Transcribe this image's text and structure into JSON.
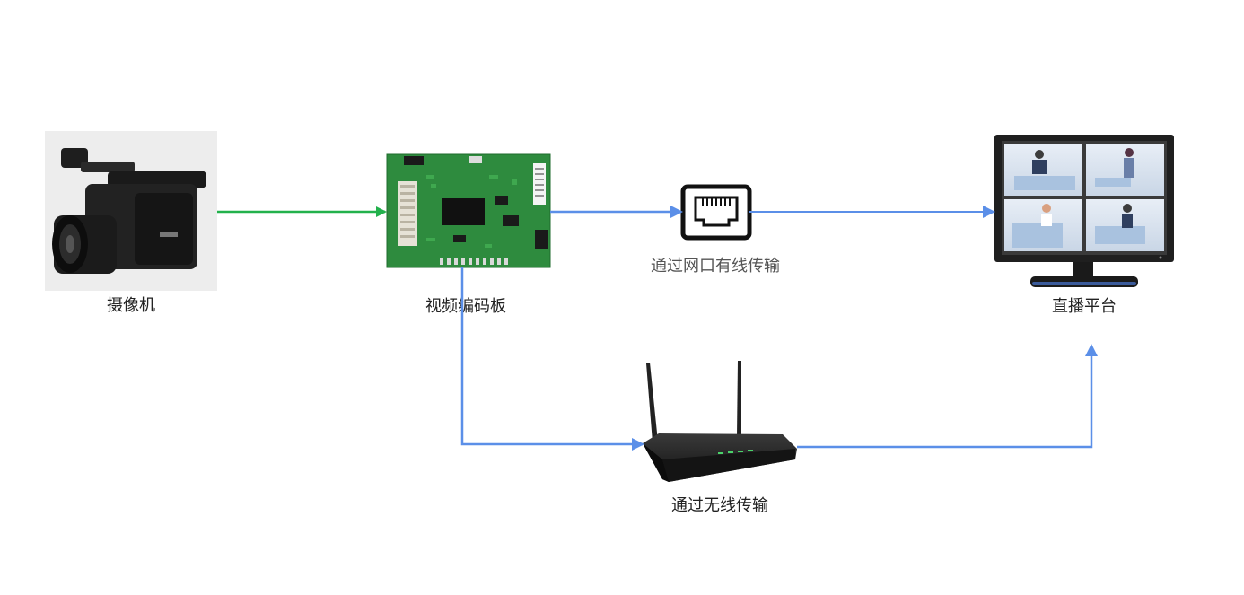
{
  "nodes": {
    "camera": {
      "label": "摄像机"
    },
    "encoder": {
      "label": "视频编码板"
    },
    "platform": {
      "label": "直播平台"
    }
  },
  "links": {
    "wired": {
      "label": "通过网口有线传输"
    },
    "wireless": {
      "label": "通过无线传输"
    }
  },
  "colors": {
    "camera_link": "#22b14c",
    "transport_link": "#5b8fe8",
    "board_green": "#2e8b3e",
    "device_dark": "#2b2b2b"
  }
}
